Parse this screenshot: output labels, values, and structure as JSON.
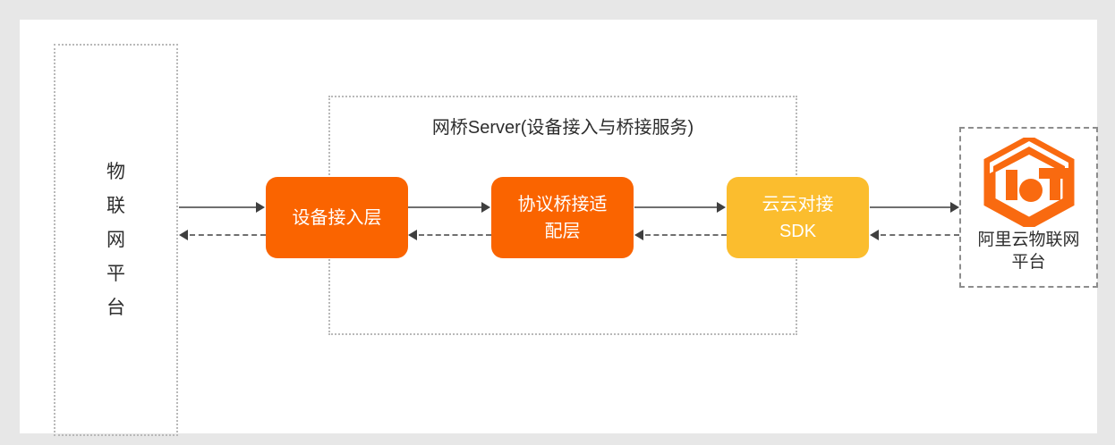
{
  "diagram": {
    "type": "architecture-flow",
    "background_color": "#e7e7e7",
    "surface_color": "#ffffff",
    "left_group": {
      "label": "物\n联\n网\n平\n台",
      "border_style": "dotted",
      "border_color": "#b9b9b9"
    },
    "bridge_group": {
      "title": "网桥Server(设备接入与桥接服务)",
      "border_style": "dotted",
      "border_color": "#b9b9b9"
    },
    "right_group": {
      "label": "阿里云物联网\n平台",
      "logo_name": "aliyun-iot-logo",
      "border_style": "dashed",
      "border_color": "#8d8d8d",
      "logo_color": "#f96a10"
    },
    "nodes": [
      {
        "id": "device-access-layer",
        "label": "设备接入层",
        "color": "#fa6400",
        "text_color": "#ffffff"
      },
      {
        "id": "protocol-bridge-adapter-layer",
        "label": "协议桥接适\n配层",
        "color": "#fa6400",
        "text_color": "#ffffff"
      },
      {
        "id": "cloud-to-cloud-sdk",
        "label": "云云对接\nSDK",
        "color": "#fbbd2e",
        "text_color": "#ffffff"
      }
    ],
    "connectors": [
      {
        "id": "platform-to-device-access",
        "style": "solid",
        "direction": "right",
        "color": "#6f6f6f"
      },
      {
        "id": "device-access-to-platform",
        "style": "dashed",
        "direction": "left",
        "color": "#6f6f6f"
      },
      {
        "id": "device-access-to-bridge",
        "style": "solid",
        "direction": "right",
        "color": "#6f6f6f"
      },
      {
        "id": "bridge-to-device-access",
        "style": "dashed",
        "direction": "left",
        "color": "#6f6f6f"
      },
      {
        "id": "bridge-to-sdk",
        "style": "solid",
        "direction": "right",
        "color": "#6f6f6f"
      },
      {
        "id": "sdk-to-bridge",
        "style": "dashed",
        "direction": "left",
        "color": "#6f6f6f"
      },
      {
        "id": "sdk-to-aliyun",
        "style": "solid",
        "direction": "right",
        "color": "#6f6f6f"
      },
      {
        "id": "aliyun-to-sdk",
        "style": "dashed",
        "direction": "left",
        "color": "#6f6f6f"
      }
    ]
  }
}
